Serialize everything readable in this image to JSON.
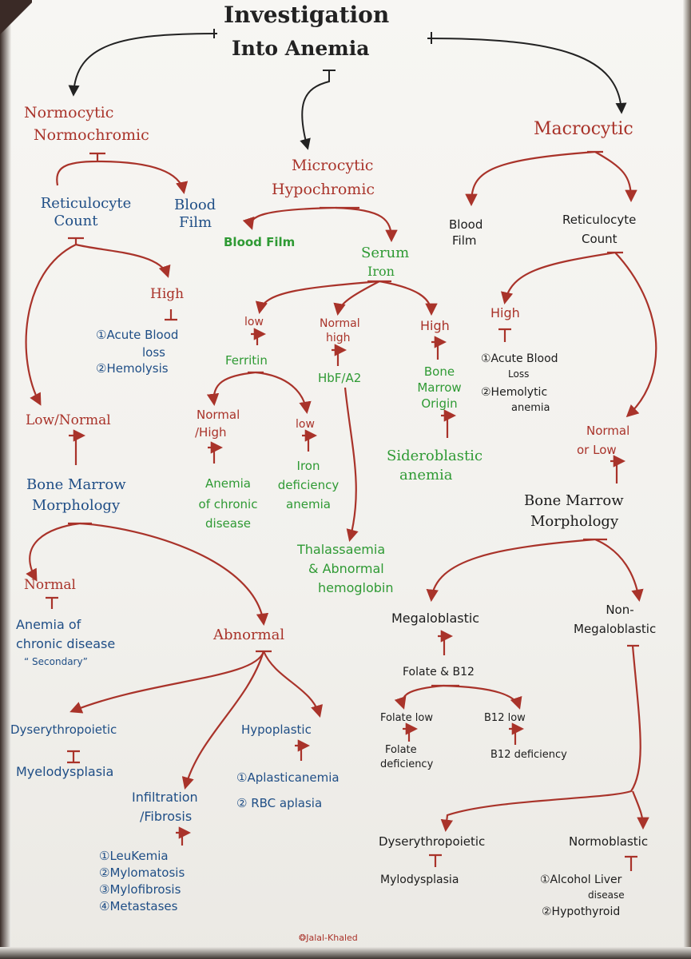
{
  "title": {
    "line1": "Investigation",
    "line2": "Into Anemia"
  },
  "left": {
    "category": [
      "Normocytic",
      "Normochromic"
    ],
    "reticulocyte": [
      "Reticulocyte",
      "Count"
    ],
    "blood_film": [
      "Blood",
      "Film"
    ],
    "high": "High",
    "high_causes": [
      "①Acute Blood",
      "loss",
      "②Hemolysis"
    ],
    "low_normal": "Low/Normal",
    "bone_marrow": [
      "Bone Marrow",
      "Morphology"
    ],
    "normal": "Normal",
    "normal_result": [
      "Anemia of",
      "chronic disease",
      "“ Secondary”"
    ],
    "abnormal": "Abnormal",
    "dyserythropoietic": "Dyserythropoietic",
    "myelodysplasia": "Myelodysplasia",
    "infiltration": [
      "Infiltration",
      "/Fibrosis"
    ],
    "infiltration_causes": [
      "①LeuKemia",
      "②Mylomatosis",
      "③Mylofibrosis",
      "④Metastases"
    ],
    "hypoplastic": "Hypoplastic",
    "hypoplastic_causes": [
      "①Aplasticanemia",
      "② RBC aplasia"
    ]
  },
  "middle": {
    "category": [
      "Microcytic",
      "Hypochromic"
    ],
    "blood_film": "Blood Film",
    "serum_iron": [
      "Serum",
      "Iron"
    ],
    "low": "low",
    "normal_high": [
      "Normal",
      "high"
    ],
    "high": "High",
    "ferritin": "Ferritin",
    "hbf": "HbF/A2",
    "bone_marrow_origin": [
      "Bone",
      "Marrow",
      "Origin"
    ],
    "ferritin_normal_high": [
      "Normal",
      "/High"
    ],
    "ferritin_low": "low",
    "anemia_chronic": [
      "Anemia",
      "of chronic",
      "disease"
    ],
    "iron_deficiency": [
      "Iron",
      "deficiency",
      "anemia"
    ],
    "sideroblastic": [
      "Sideroblastic",
      "anemia"
    ],
    "thalassaemia": [
      "Thalassaemia",
      "& Abnormal",
      "hemoglobin"
    ]
  },
  "right": {
    "category": "Macrocytic",
    "blood_film": [
      "Blood",
      "Film"
    ],
    "reticulocyte": [
      "Reticulocyte",
      "Count"
    ],
    "high": "High",
    "high_causes": [
      "①Acute Blood",
      "Loss",
      "②Hemolytic",
      "anemia"
    ],
    "normal_low": [
      "Normal",
      "or Low"
    ],
    "bone_marrow": [
      "Bone Marrow",
      "Morphology"
    ],
    "megaloblastic": "Megaloblastic",
    "non_megaloblastic": [
      "Non-",
      "Megaloblastic"
    ],
    "folate_b12": "Folate & B12",
    "folate_low": "Folate low",
    "b12_low": "B12 low",
    "folate_deficiency": [
      "Folate",
      "deficiency"
    ],
    "b12_deficiency": "B12 deficiency",
    "dyserythropoietic": "Dyserythropoietic",
    "mylodysplasia": "Mylodysplasia",
    "normoblastic": "Normoblastic",
    "normoblastic_causes": [
      "①Alcohol Liver",
      "disease",
      "②Hypothyroid"
    ]
  },
  "signature": "❂Jalal-Khaled",
  "colors": {
    "red": "#a9332a",
    "blue": "#1f4e86",
    "green": "#2f9a34",
    "black": "#1c1c1c"
  }
}
